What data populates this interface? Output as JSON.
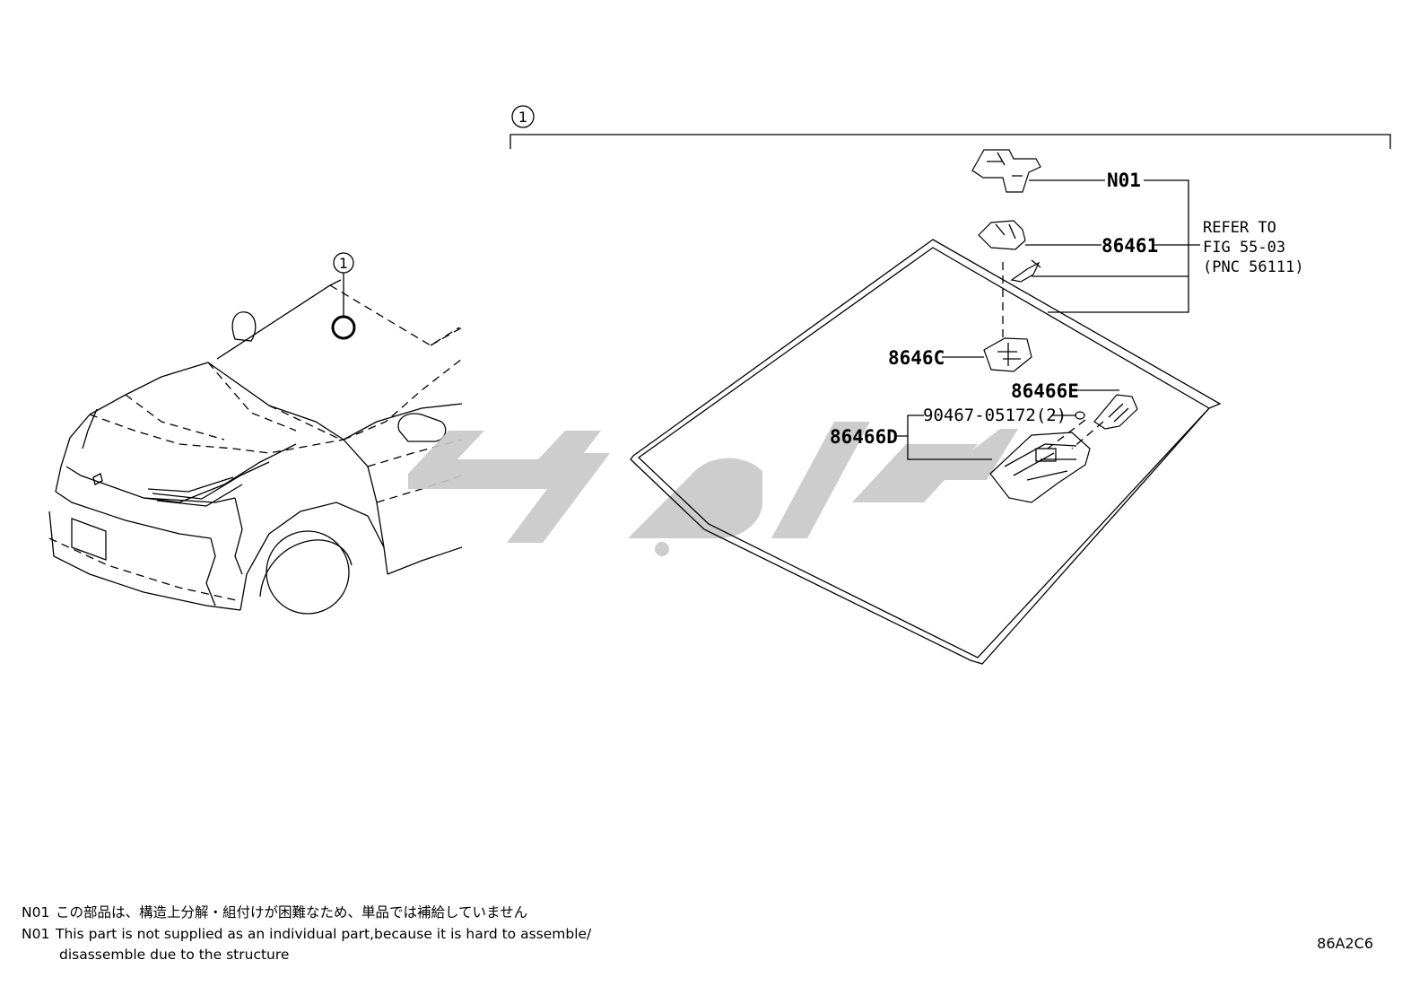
{
  "callout": {
    "number": "1"
  },
  "parts": {
    "n01": "N01",
    "p86461": "86461",
    "p8646c": "8646C",
    "p86466e": "86466E",
    "p90467": "90467-05172(2)",
    "p86466d": "86466D"
  },
  "refer": {
    "line1": "REFER TO",
    "line2": "FIG 55-03",
    "line3": "(PNC 56111)"
  },
  "notes": {
    "jp_code": "N01",
    "jp_text": "この部品は、構造上分解・組付けが困難なため、単品では補給していません",
    "en_code": "N01",
    "en_line1": "This part is not supplied as an individual part,because it is hard to assemble/",
    "en_line2": "disassemble due to the structure"
  },
  "diagram_code": "86A2C6",
  "colors": {
    "line": "#000000",
    "watermark": "#c8c8c8",
    "background": "#ffffff"
  }
}
